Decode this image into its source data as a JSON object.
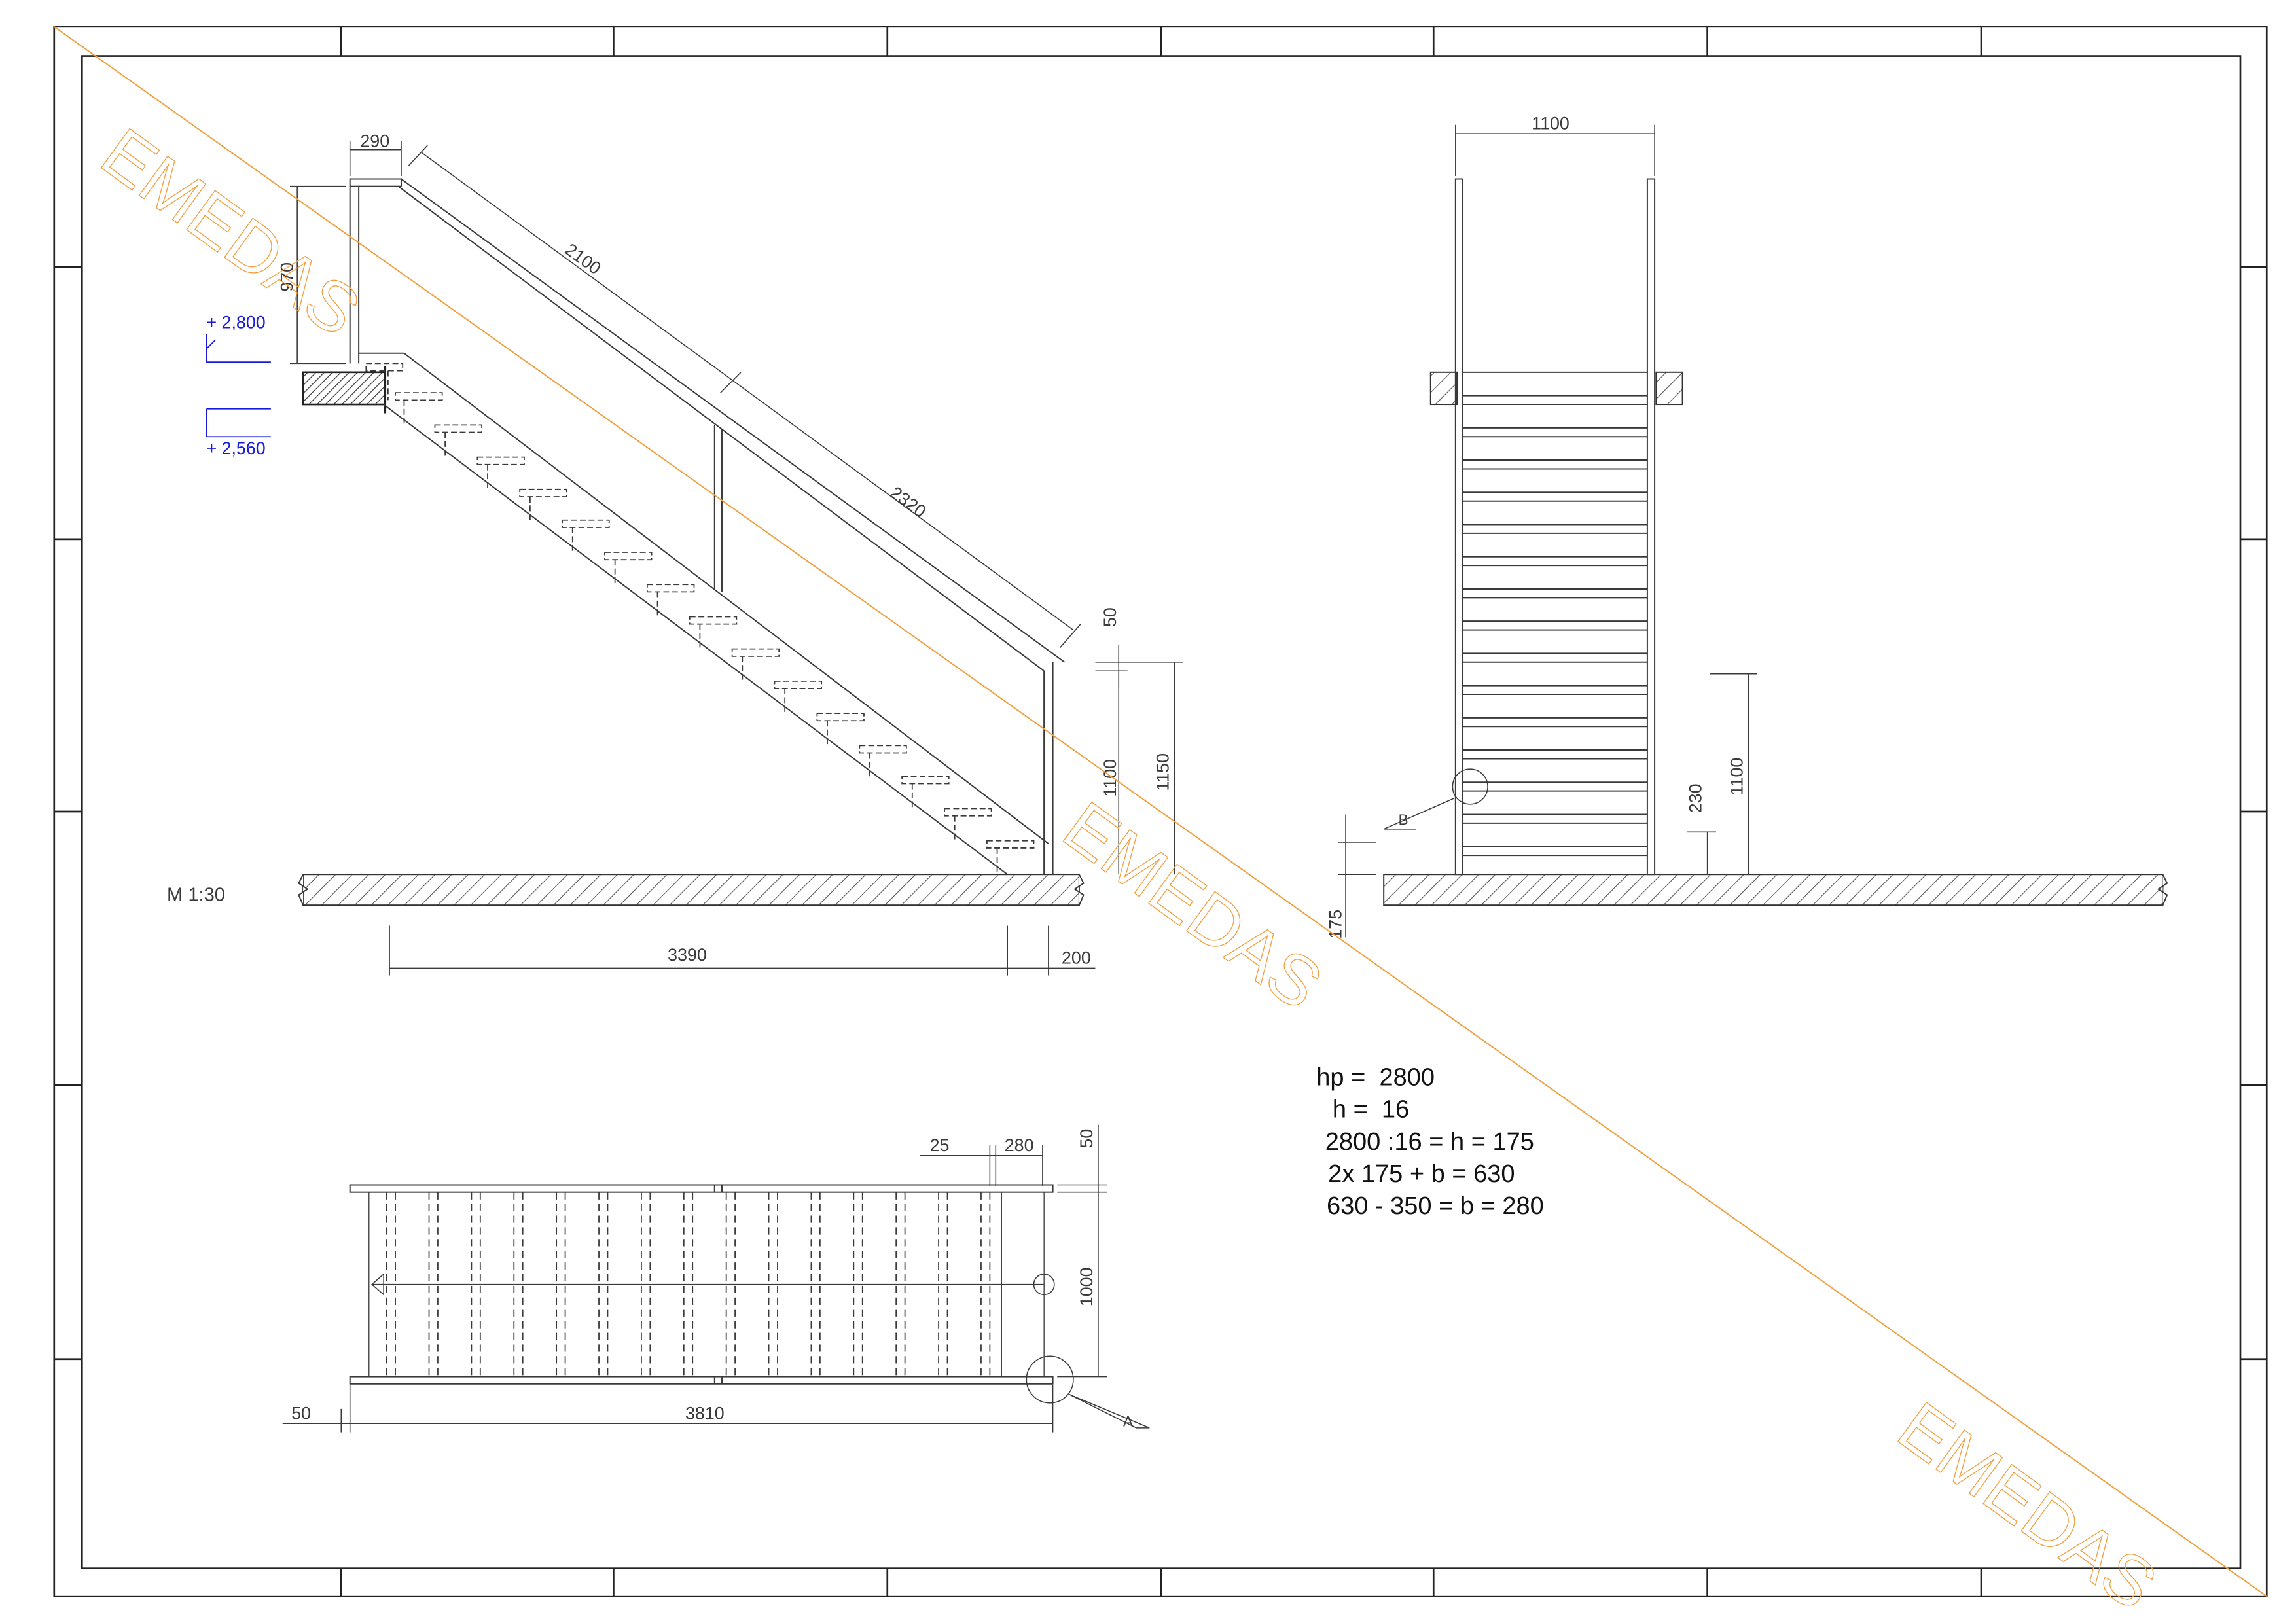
{
  "drawing": {
    "scale_label": "M 1:30",
    "watermark_text": "EMEDAS",
    "level_top": "+ 2,800",
    "level_bottom": "+ 2,560",
    "side_view": {
      "dim_290": "290",
      "dim_970": "970",
      "dim_2100": "2100",
      "dim_2320": "2320",
      "dim_50": "50",
      "dim_1100": "1100",
      "dim_1150": "1150",
      "dim_3390": "3390",
      "dim_200": "200"
    },
    "front_view": {
      "dim_1100_top": "1100",
      "dim_230": "230",
      "dim_1100_right": "1100",
      "dim_175": "175",
      "detail_b": "B"
    },
    "plan_view": {
      "dim_25": "25",
      "dim_280": "280",
      "dim_50_right": "50",
      "dim_1000": "1000",
      "dim_50_left": "50",
      "dim_3810": "3810",
      "detail_a": "A"
    },
    "calculation": {
      "line1": "hp =  2800",
      "line2": "h =  16",
      "line3": "2800 :16 = h = 175",
      "line4": "2x 175 + b = 630",
      "line5": "630 - 350 = b = 280"
    }
  },
  "colors": {
    "line": "#3a3a3a",
    "frame": "#222222",
    "level_marker": "#1a1adf",
    "watermark": "#f0a040"
  }
}
